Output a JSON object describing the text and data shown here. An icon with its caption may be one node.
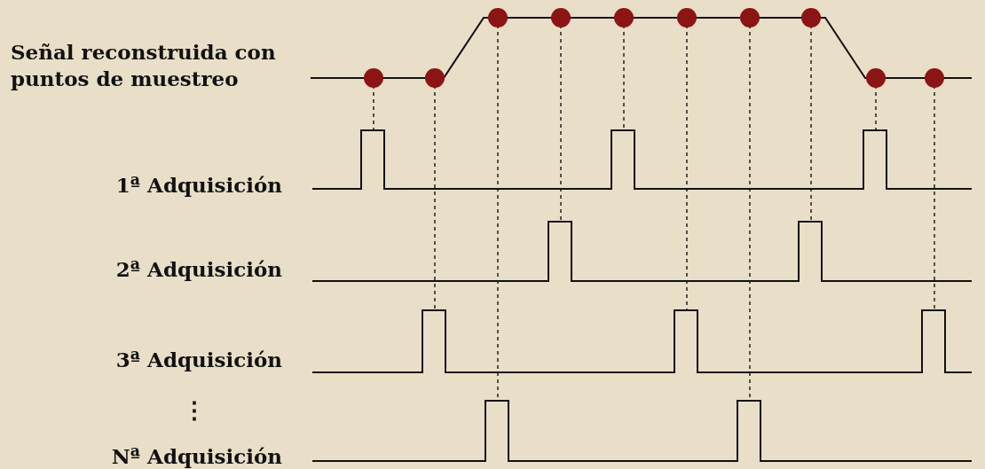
{
  "diagram": {
    "labels": [
      "Señal reconstruida con puntos de muestreo",
      "1ª Adquisición",
      "2ª Adquisición",
      "3ª Adquisición",
      "⋮",
      "Nª Adquisición"
    ]
  }
}
